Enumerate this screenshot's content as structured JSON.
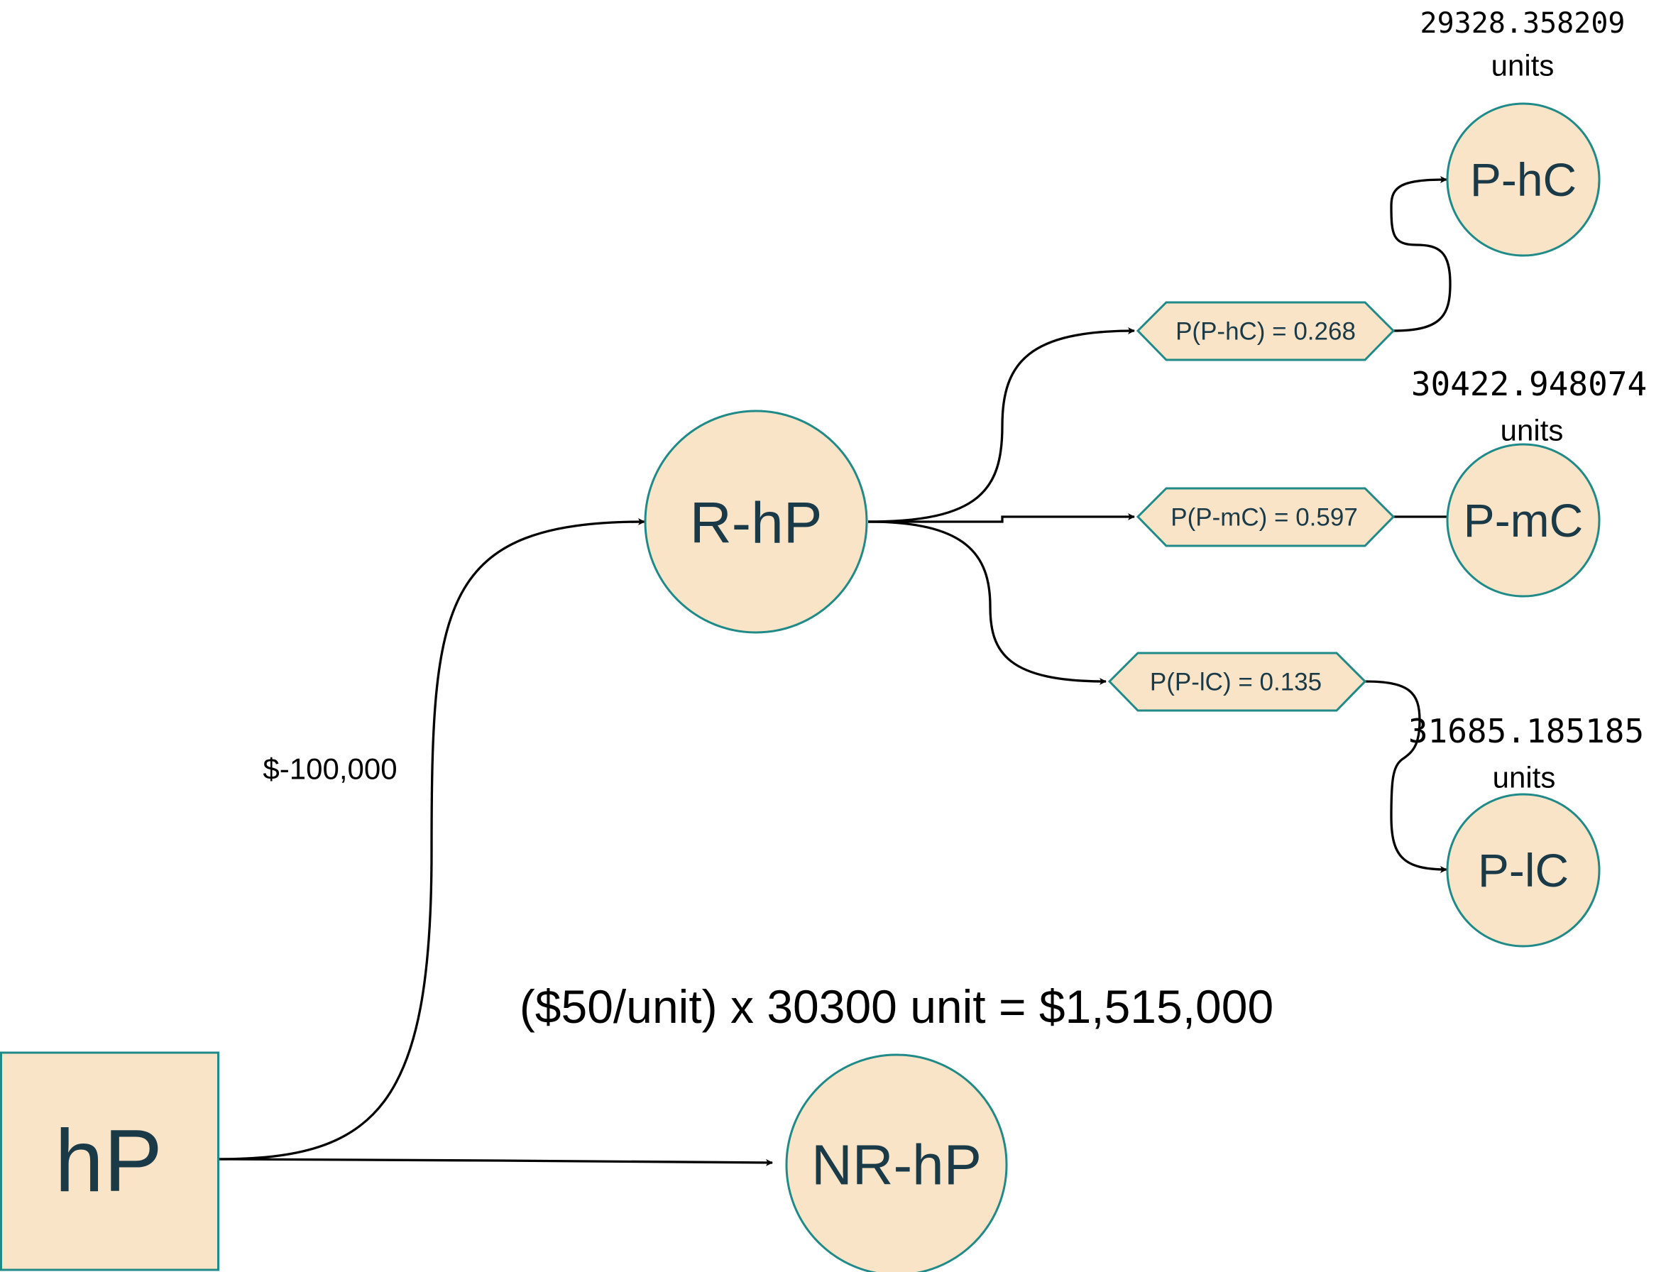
{
  "colors": {
    "node_fill": "#f9e4c7",
    "node_stroke": "#1f8a87",
    "node_text": "#1a3a48",
    "edge": "#000000"
  },
  "nodes": {
    "hp": "hP",
    "r_hp": "R-hP",
    "nr_hp": "NR-hP",
    "p_hc": "P-hC",
    "p_mc": "P-mC",
    "p_lc": "P-lC"
  },
  "chance": {
    "p_hc": "P(P-hC) = 0.268",
    "p_mc": "P(P-mC) = 0.597",
    "p_lc": "P(P-lC) = 0.135"
  },
  "labels": {
    "cost": "$-100,000",
    "revenue": "($50/unit) x 30300 unit = $1,515,000",
    "hc_value": "29328.358209",
    "hc_unit": "units",
    "mc_value": "30422.948074",
    "mc_unit": "units",
    "lc_value": "31685.185185",
    "lc_unit": "units"
  }
}
